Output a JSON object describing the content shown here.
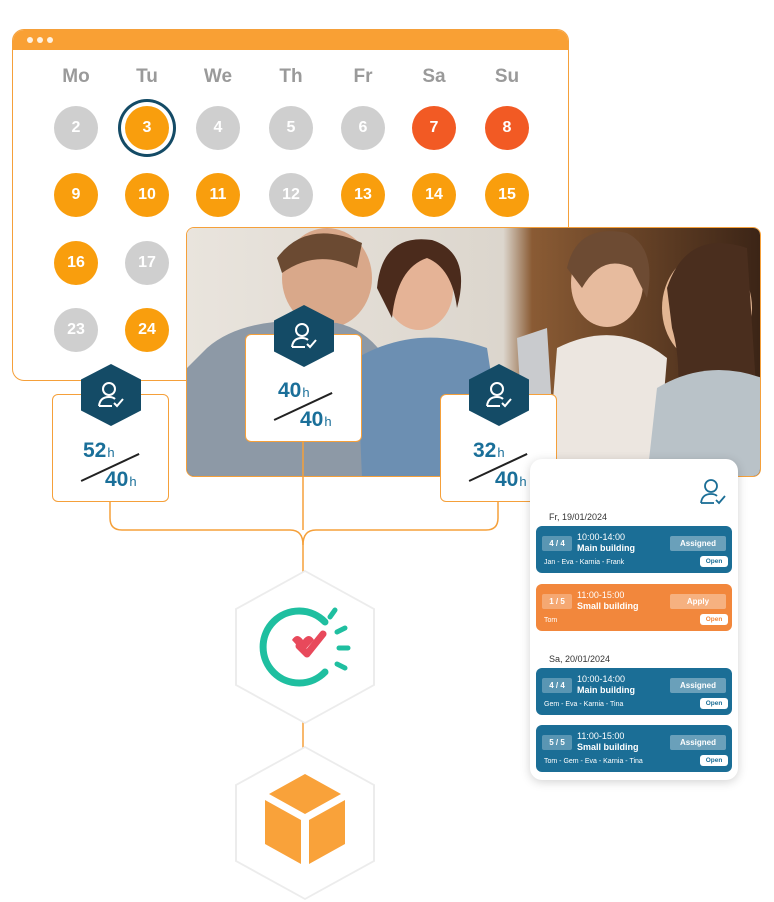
{
  "calendar": {
    "weekdays": [
      "Mo",
      "Tu",
      "We",
      "Th",
      "Fr",
      "Sa",
      "Su"
    ],
    "days": [
      {
        "n": "2",
        "state": "gray"
      },
      {
        "n": "3",
        "state": "selected"
      },
      {
        "n": "4",
        "state": "gray"
      },
      {
        "n": "5",
        "state": "gray"
      },
      {
        "n": "6",
        "state": "gray"
      },
      {
        "n": "7",
        "state": "red"
      },
      {
        "n": "8",
        "state": "red"
      },
      {
        "n": "9",
        "state": "orange"
      },
      {
        "n": "10",
        "state": "orange"
      },
      {
        "n": "11",
        "state": "orange"
      },
      {
        "n": "12",
        "state": "gray"
      },
      {
        "n": "13",
        "state": "orange"
      },
      {
        "n": "14",
        "state": "orange"
      },
      {
        "n": "15",
        "state": "orange"
      },
      {
        "n": "16",
        "state": "orange"
      },
      {
        "n": "17",
        "state": "gray"
      },
      {
        "n": "23",
        "state": "gray"
      },
      {
        "n": "24",
        "state": "orange"
      }
    ]
  },
  "hours": [
    {
      "worked": "52",
      "target": "40",
      "unit": "h"
    },
    {
      "worked": "40",
      "target": "40",
      "unit": "h"
    },
    {
      "worked": "32",
      "target": "40",
      "unit": "h"
    }
  ],
  "shifts": {
    "groups": [
      {
        "date": "Fr, 19/01/2024",
        "items": [
          {
            "slots": "4 / 4",
            "time": "10:00-14:00",
            "location": "Main building",
            "people": "Jan - Eva - Karnia - Frank",
            "action": "Assigned",
            "status": "Open",
            "color": "blue"
          },
          {
            "slots": "1 / 5",
            "time": "11:00-15:00",
            "location": "Small building",
            "people": "Tom",
            "action": "Apply",
            "status": "Open",
            "color": "orange"
          }
        ]
      },
      {
        "date": "Sa, 20/01/2024",
        "items": [
          {
            "slots": "4 / 4",
            "time": "10:00-14:00",
            "location": "Main building",
            "people": "Gem - Eva - Karnia - Tina",
            "action": "Assigned",
            "status": "Open",
            "color": "blue"
          },
          {
            "slots": "5 / 5",
            "time": "11:00-15:00",
            "location": "Small building",
            "people": "Tom - Gem - Eva - Karnia - Tina",
            "action": "Assigned",
            "status": "Open",
            "color": "blue"
          }
        ]
      }
    ]
  },
  "icons": {
    "user": "user-check-icon",
    "clock": "clock-check-icon",
    "box": "box-icon"
  },
  "colors": {
    "orange": "#f99e0d",
    "red": "#f25a24",
    "gray": "#cfcfcf",
    "navy": "#144b66",
    "blue": "#1b6e96",
    "teal": "#1fbfa0",
    "heart": "#e8495b"
  }
}
